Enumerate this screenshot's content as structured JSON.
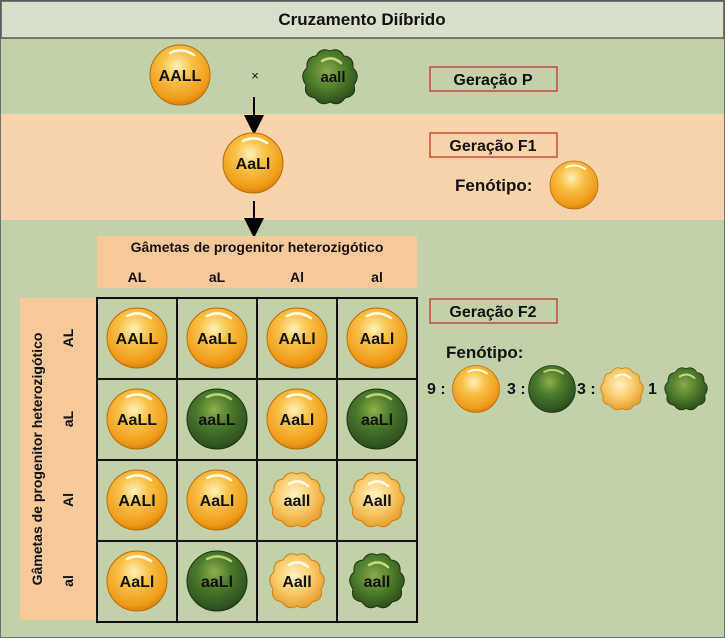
{
  "title": "Cruzamento Diíbrido",
  "generation_p": {
    "label": "Geração P",
    "parent_1": "AALL",
    "cross_symbol": "×",
    "parent_2": "aall"
  },
  "generation_f1": {
    "label": "Geração F1",
    "genotype": "AaLl",
    "phenotype_label": "Fenótipo:"
  },
  "gametes": {
    "top_header": "Gâmetas de progenitor heterozigótico",
    "side_header": "Gâmetas de progenitor heterozigótico",
    "columns": [
      "AL",
      "aL",
      "Al",
      "al"
    ],
    "rows": [
      "AL",
      "aL",
      "Al",
      "al"
    ]
  },
  "grid": [
    [
      {
        "g": "AALL",
        "p": "yellow-round"
      },
      {
        "g": "AaLL",
        "p": "yellow-round"
      },
      {
        "g": "AALl",
        "p": "yellow-round"
      },
      {
        "g": "AaLl",
        "p": "yellow-round"
      }
    ],
    [
      {
        "g": "AaLL",
        "p": "yellow-round"
      },
      {
        "g": "aaLL",
        "p": "green-round"
      },
      {
        "g": "AaLl",
        "p": "yellow-round"
      },
      {
        "g": "aaLl",
        "p": "green-round"
      }
    ],
    [
      {
        "g": "AALl",
        "p": "yellow-round"
      },
      {
        "g": "AaLl",
        "p": "yellow-round"
      },
      {
        "g": "aall",
        "p": "yellow-wrinkled"
      },
      {
        "g": "Aall",
        "p": "yellow-wrinkled"
      }
    ],
    [
      {
        "g": "AaLl",
        "p": "yellow-round"
      },
      {
        "g": "aaLl",
        "p": "green-round"
      },
      {
        "g": "Aall",
        "p": "yellow-wrinkled"
      },
      {
        "g": "aall",
        "p": "green-wrinkled"
      }
    ]
  ],
  "generation_f2": {
    "label": "Geração F2",
    "phenotype_label": "Fenótipo:",
    "ratio": [
      {
        "count": "9 :",
        "p": "yellow-round"
      },
      {
        "count": "3 :",
        "p": "green-round"
      },
      {
        "count": "3 :",
        "p": "yellow-wrinkled"
      },
      {
        "count": "1",
        "p": "green-wrinkled"
      }
    ]
  },
  "colors": {
    "background_green": "#c2d1a8",
    "band_peach": "#f9d3ac",
    "header_peach": "#f7c89a",
    "title_bar": "#d8dfca",
    "yellow_seed": "#f4a21e",
    "green_seed": "#365a22",
    "label_border": "#c0392b"
  }
}
